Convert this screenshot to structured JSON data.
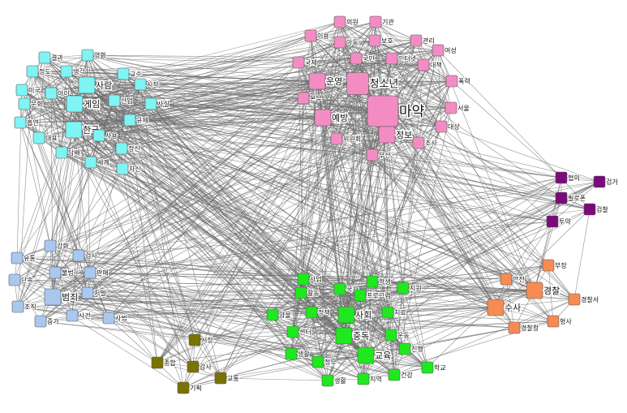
{
  "colors": {
    "background": "#ffffff",
    "edge": "#6b6b6b",
    "pink": "#f48cc4",
    "cyan": "#7ff4f4",
    "purple": "#7b0a7d",
    "blue": "#a9c8f0",
    "green": "#1fe81f",
    "orange": "#f78b53",
    "olive": "#7a7300"
  },
  "nodes": [
    {
      "id": "p_uiwon",
      "label": "의원",
      "group": "pink",
      "w": "s"
    },
    {
      "id": "p_gigwan",
      "label": "기관",
      "group": "pink",
      "w": "s"
    },
    {
      "id": "p_iyong",
      "label": "이용",
      "group": "pink",
      "w": "s"
    },
    {
      "id": "p_adong",
      "label": "아동",
      "group": "pink",
      "w": "s"
    },
    {
      "id": "p_boho",
      "label": "보호",
      "group": "pink",
      "w": "s"
    },
    {
      "id": "p_gwalli",
      "label": "관리",
      "group": "pink",
      "w": "s"
    },
    {
      "id": "p_yeoseong",
      "label": "여성",
      "group": "pink",
      "w": "s"
    },
    {
      "id": "p_gukje",
      "label": "국제",
      "group": "pink",
      "w": "s"
    },
    {
      "id": "p_gukmin",
      "label": "국민",
      "group": "pink",
      "w": "s"
    },
    {
      "id": "p_internet",
      "label": "인터넷",
      "group": "pink",
      "w": "s"
    },
    {
      "id": "p_daechaek",
      "label": "대책",
      "group": "pink",
      "w": "s"
    },
    {
      "id": "p_poklyeok",
      "label": "폭력",
      "group": "pink",
      "w": "s"
    },
    {
      "id": "p_unyeong",
      "label": "운영",
      "group": "pink",
      "w": "m"
    },
    {
      "id": "p_cheongsonyeon",
      "label": "청소년",
      "group": "pink",
      "w": "l"
    },
    {
      "id": "p_bonbu",
      "label": "본부",
      "group": "pink",
      "w": "s"
    },
    {
      "id": "p_mayak",
      "label": "마약",
      "group": "pink",
      "w": "xl"
    },
    {
      "id": "p_seoul",
      "label": "서울",
      "group": "pink",
      "w": "s"
    },
    {
      "id": "p_yebang",
      "label": "예방",
      "group": "pink",
      "w": "m"
    },
    {
      "id": "p_daesang",
      "label": "대상",
      "group": "pink",
      "w": "s"
    },
    {
      "id": "p_jeongbo",
      "label": "정보",
      "group": "pink",
      "w": "m"
    },
    {
      "id": "p_wiwonhoe",
      "label": "위원회",
      "group": "pink",
      "w": "s"
    },
    {
      "id": "p_josa",
      "label": "조사",
      "group": "pink",
      "w": "s"
    },
    {
      "id": "p_busan",
      "label": "부산",
      "group": "pink",
      "w": "s"
    },
    {
      "id": "c_gyeolgwa",
      "label": "결과",
      "group": "cyan",
      "w": "s"
    },
    {
      "id": "c_yeonghwa",
      "label": "영화",
      "group": "cyan",
      "w": "s"
    },
    {
      "id": "c_jeongdo",
      "label": "정도",
      "group": "cyan",
      "w": "s"
    },
    {
      "id": "c_saenggak",
      "label": "생각",
      "group": "cyan",
      "w": "s"
    },
    {
      "id": "c_gyosu",
      "label": "교수",
      "group": "cyan",
      "w": "s"
    },
    {
      "id": "c_sijak",
      "label": "시작",
      "group": "cyan",
      "w": "s"
    },
    {
      "id": "c_saram",
      "label": "사람",
      "group": "cyan",
      "w": "m"
    },
    {
      "id": "c_migu",
      "label": "미국",
      "group": "cyan",
      "w": "s"
    },
    {
      "id": "c_ai",
      "label": "아이",
      "group": "cyan",
      "w": "s"
    },
    {
      "id": "c_munhwa",
      "label": "문화",
      "group": "cyan",
      "w": "s"
    },
    {
      "id": "c_game",
      "label": "게임",
      "group": "cyan",
      "w": "m"
    },
    {
      "id": "c_saneop",
      "label": "산업",
      "group": "cyan",
      "w": "s"
    },
    {
      "id": "c_sasil",
      "label": "사실",
      "group": "cyan",
      "w": "s"
    },
    {
      "id": "c_heuyeon",
      "label": "흡연",
      "group": "cyan",
      "w": "s"
    },
    {
      "id": "c_gyuje",
      "label": "규제",
      "group": "cyan",
      "w": "s"
    },
    {
      "id": "c_hanguk",
      "label": "한국",
      "group": "cyan",
      "w": "m"
    },
    {
      "id": "c_daepyo",
      "label": "대표",
      "group": "cyan",
      "w": "s"
    },
    {
      "id": "c_sayong",
      "label": "사용",
      "group": "cyan",
      "w": "s"
    },
    {
      "id": "c_jeongsin",
      "label": "정신",
      "group": "cyan",
      "w": "s"
    },
    {
      "id": "c_dambae",
      "label": "담배",
      "group": "cyan",
      "w": "s"
    },
    {
      "id": "c_segye",
      "label": "세계",
      "group": "cyan",
      "w": "s"
    },
    {
      "id": "c_jasin",
      "label": "자신",
      "group": "cyan",
      "w": "s"
    },
    {
      "id": "u_hyeobui",
      "label": "협의",
      "group": "purple",
      "w": "s"
    },
    {
      "id": "u_geomgeo",
      "label": "검거",
      "group": "purple",
      "w": "s"
    },
    {
      "id": "u_pillopon",
      "label": "필로폰",
      "group": "purple",
      "w": "s"
    },
    {
      "id": "u_geomchal",
      "label": "검찰",
      "group": "purple",
      "w": "s"
    },
    {
      "id": "u_tuyak",
      "label": "투약",
      "group": "purple",
      "w": "s"
    },
    {
      "id": "b_ganghwa",
      "label": "강화",
      "group": "blue",
      "w": "s"
    },
    {
      "id": "b_yutong",
      "label": "유통",
      "group": "blue",
      "w": "s"
    },
    {
      "id": "b_geomsa",
      "label": "검사",
      "group": "blue",
      "w": "s"
    },
    {
      "id": "b_danseok",
      "label": "단속",
      "group": "blue",
      "w": "s"
    },
    {
      "id": "b_bulbeop",
      "label": "불법",
      "group": "blue",
      "w": "s"
    },
    {
      "id": "b_panmae",
      "label": "판매",
      "group": "blue",
      "w": "s"
    },
    {
      "id": "b_beomjoe",
      "label": "범죄",
      "group": "blue",
      "w": "m"
    },
    {
      "id": "b_cheobeol",
      "label": "처벌",
      "group": "blue",
      "w": "s"
    },
    {
      "id": "b_jojik",
      "label": "조직",
      "group": "blue",
      "w": "s"
    },
    {
      "id": "b_sageon",
      "label": "사건",
      "group": "blue",
      "w": "s"
    },
    {
      "id": "b_jeungga",
      "label": "증가",
      "group": "blue",
      "w": "s"
    },
    {
      "id": "b_sabeop",
      "label": "사법",
      "group": "blue",
      "w": "s"
    },
    {
      "id": "g_saeop",
      "label": "사업",
      "group": "green",
      "w": "s"
    },
    {
      "id": "g_haksaeng",
      "label": "학생",
      "group": "green",
      "w": "s"
    },
    {
      "id": "g_hwaldong",
      "label": "활동",
      "group": "green",
      "w": "s"
    },
    {
      "id": "g_gukga",
      "label": "국가",
      "group": "green",
      "w": "s"
    },
    {
      "id": "g_program",
      "label": "프로그램",
      "group": "green",
      "w": "s"
    },
    {
      "id": "g_jiwon",
      "label": "지원",
      "group": "green",
      "w": "s"
    },
    {
      "id": "g_yakmul",
      "label": "약물",
      "group": "green",
      "w": "s"
    },
    {
      "id": "g_jeongchaek",
      "label": "정책",
      "group": "green",
      "w": "s"
    },
    {
      "id": "g_sahoe",
      "label": "사회",
      "group": "green",
      "w": "m"
    },
    {
      "id": "g_chiryo",
      "label": "치료",
      "group": "green",
      "w": "s"
    },
    {
      "id": "g_senteo",
      "label": "센터",
      "group": "green",
      "w": "s"
    },
    {
      "id": "g_jungdok",
      "label": "중독",
      "group": "green",
      "w": "m"
    },
    {
      "id": "g_undong",
      "label": "운동",
      "group": "green",
      "w": "s"
    },
    {
      "id": "g_saenghwal",
      "label": "생활",
      "group": "green",
      "w": "s"
    },
    {
      "id": "g_jeongbu",
      "label": "정부",
      "group": "green",
      "w": "s"
    },
    {
      "id": "g_gyoyuk",
      "label": "교육",
      "group": "green",
      "w": "m"
    },
    {
      "id": "g_jinhaeng",
      "label": "진행",
      "group": "green",
      "w": "s"
    },
    {
      "id": "g_hakgyo",
      "label": "학교",
      "group": "green",
      "w": "s"
    },
    {
      "id": "g_saenghwal2",
      "label": "생활",
      "group": "green",
      "w": "s"
    },
    {
      "id": "g_jiyeok",
      "label": "지역",
      "group": "green",
      "w": "s"
    },
    {
      "id": "g_geongang",
      "label": "건강",
      "group": "green",
      "w": "s"
    },
    {
      "id": "o_bujang",
      "label": "부장",
      "group": "orange",
      "w": "s"
    },
    {
      "id": "o_anjeon",
      "label": "안전",
      "group": "orange",
      "w": "s"
    },
    {
      "id": "o_gyeongchal",
      "label": "경찰",
      "group": "orange",
      "w": "m"
    },
    {
      "id": "o_gyeongchalseo",
      "label": "경찰서",
      "group": "orange",
      "w": "s"
    },
    {
      "id": "o_susa",
      "label": "수사",
      "group": "orange",
      "w": "m"
    },
    {
      "id": "o_gyeongchalcheong",
      "label": "경찰청",
      "group": "orange",
      "w": "s"
    },
    {
      "id": "o_hyeongsa",
      "label": "형사",
      "group": "orange",
      "w": "s"
    },
    {
      "id": "v_seojang",
      "label": "서장",
      "group": "olive",
      "w": "s"
    },
    {
      "id": "v_jonghap",
      "label": "종합",
      "group": "olive",
      "w": "s"
    },
    {
      "id": "v_gamsa",
      "label": "감사",
      "group": "olive",
      "w": "s"
    },
    {
      "id": "v_gyotong",
      "label": "교통",
      "group": "olive",
      "w": "s"
    },
    {
      "id": "v_gihoek",
      "label": "기획",
      "group": "olive",
      "w": "s"
    }
  ]
}
